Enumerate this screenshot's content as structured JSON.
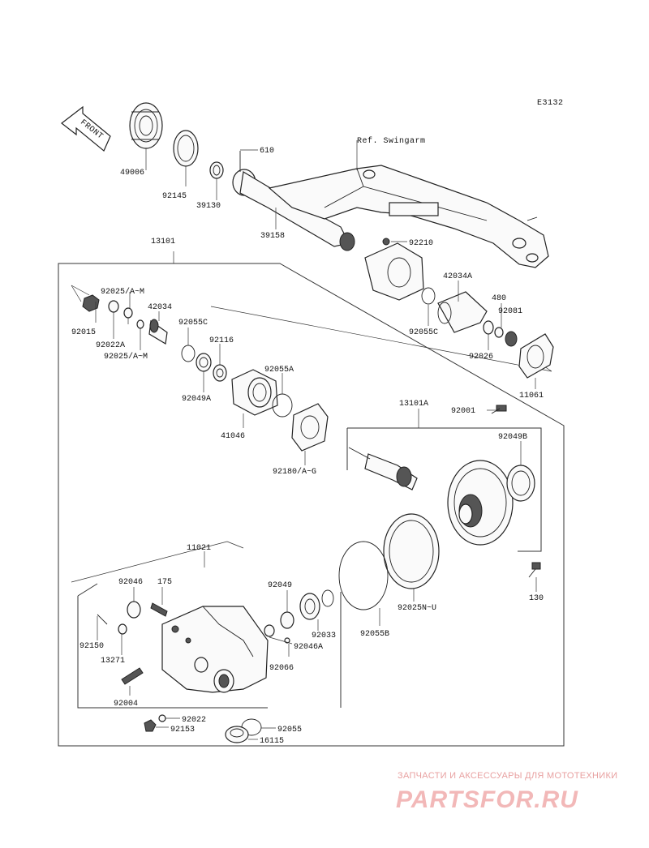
{
  "diagram_code": "E3132",
  "front_label": "FRONT",
  "ref_label": "Ref. Swingarm",
  "callouts": {
    "p49006": "49006",
    "p92145": "92145",
    "p39130": "39130",
    "p610": "610",
    "p39158": "39158",
    "p92210": "92210",
    "p13101": "13101",
    "p92025am_top": "92025/A~M",
    "p92015": "92015",
    "p92022a": "92022A",
    "p92025am_bot": "92025/A~M",
    "p42034": "42034",
    "p92055c_left": "92055C",
    "p92116": "92116",
    "p92049a": "92049A",
    "p92055a": "92055A",
    "p41046": "41046",
    "p92180": "92180/A~G",
    "p42034a": "42034A",
    "p480": "480",
    "p92081": "92081",
    "p92055c_right": "92055C",
    "p92026": "92026",
    "p11061": "11061",
    "p13101a": "13101A",
    "p92001": "92001",
    "p92049b": "92049B",
    "p130": "130",
    "p11021": "11021",
    "p92046": "92046",
    "p175": "175",
    "p92049": "92049",
    "p92033": "92033",
    "p92046a": "92046A",
    "p92066": "92066",
    "p92150": "92150",
    "p13271": "13271",
    "p92004": "92004",
    "p92022": "92022",
    "p92153": "92153",
    "p92055": "92055",
    "p16115": "16115",
    "p92055b": "92055B",
    "p92025nu": "92025N~U"
  },
  "watermark": {
    "subtitle": "ЗАПЧАСТИ И АКСЕССУАРЫ ДЛЯ МОТОТЕХНИКИ",
    "brand": "PARTSFOR.RU"
  }
}
